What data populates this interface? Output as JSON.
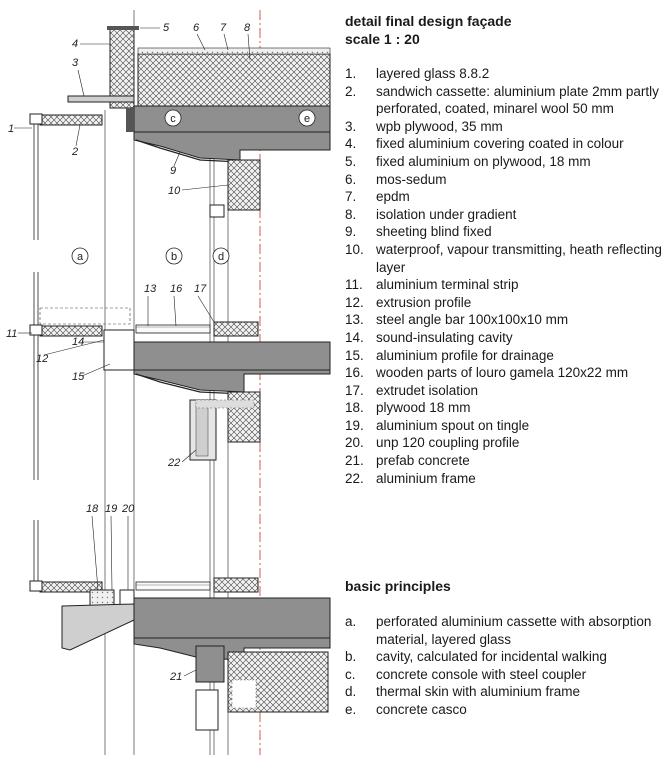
{
  "title_line1": "detail final design façade",
  "title_line2": "scale 1 : 20",
  "legend": [
    {
      "num": "1.",
      "text": "layered glass 8.8.2"
    },
    {
      "num": "2.",
      "text": "sandwich cassette: aluminium plate 2mm partly perforated, coated, minarel wool 50 mm"
    },
    {
      "num": "3.",
      "text": "wpb plywood, 35 mm"
    },
    {
      "num": "4.",
      "text": "fixed aluminium covering coated in colour"
    },
    {
      "num": "5.",
      "text": "fixed aluminium on plywood, 18 mm"
    },
    {
      "num": "6.",
      "text": "mos-sedum"
    },
    {
      "num": "7.",
      "text": "epdm"
    },
    {
      "num": "8.",
      "text": "isolation under gradient"
    },
    {
      "num": "9.",
      "text": "sheeting blind fixed"
    },
    {
      "num": "10.",
      "text": "waterproof, vapour transmitting, heath reflecting layer"
    },
    {
      "num": "11.",
      "text": "aluminium terminal strip"
    },
    {
      "num": "12.",
      "text": "extrusion profile"
    },
    {
      "num": "13.",
      "text": "steel angle bar 100x100x10 mm"
    },
    {
      "num": "14.",
      "text": "sound-insulating cavity"
    },
    {
      "num": "15.",
      "text": "aluminium profile for drainage"
    },
    {
      "num": "16.",
      "text": "wooden parts of louro gamela 120x22 mm"
    },
    {
      "num": "17.",
      "text": "extrudet isolation"
    },
    {
      "num": "18.",
      "text": "plywood 18 mm"
    },
    {
      "num": "19.",
      "text": "aluminium spout on tingle"
    },
    {
      "num": "20.",
      "text": "unp 120 coupling profile"
    },
    {
      "num": "21.",
      "text": "prefab concrete"
    },
    {
      "num": "22.",
      "text": "aluminium frame"
    }
  ],
  "principles_title": "basic principles",
  "principles": [
    {
      "num": "a.",
      "text": "perforated aluminium cassette with absorption material, layered glass"
    },
    {
      "num": "b.",
      "text": "cavity, calculated for incidental walking"
    },
    {
      "num": "c.",
      "text": "concrete console with steel coupler"
    },
    {
      "num": "d.",
      "text": "thermal skin with aluminium frame"
    },
    {
      "num": "e.",
      "text": "concrete casco"
    }
  ],
  "drawing_labels": {
    "l1": "1",
    "l2": "2",
    "l3": "3",
    "l4": "4",
    "l5": "5",
    "l6": "6",
    "l7": "7",
    "l8": "8",
    "l9": "9",
    "l10": "10",
    "l11": "11",
    "l12": "12",
    "l13": "13",
    "l14": "14",
    "l15": "15",
    "l16": "16",
    "l17": "17",
    "l18": "18",
    "l19": "19",
    "l20": "20",
    "l21": "21",
    "l22": "22",
    "ca": "a",
    "cb": "b",
    "cc": "c",
    "cd": "d",
    "ce": "e"
  },
  "colors": {
    "concrete": "#8f8f8f",
    "insulation": "#ededed",
    "line": "#222222",
    "axis": "#c0392b"
  }
}
